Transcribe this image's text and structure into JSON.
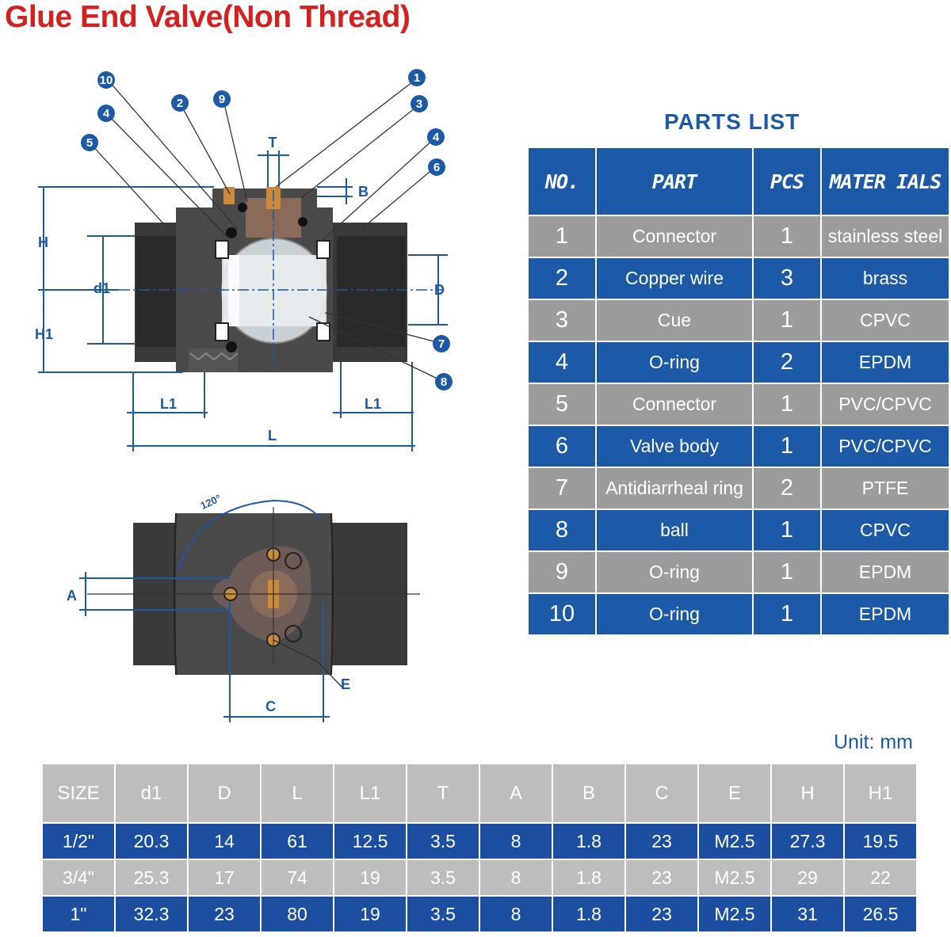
{
  "title": "Glue End Valve(Non Thread)",
  "parts_list": {
    "title": "PARTS  LIST",
    "headers": [
      "NO.",
      "PART",
      "PCS",
      "MATER IALS"
    ],
    "rows": [
      {
        "no": "1",
        "part": "Connector",
        "pcs": "1",
        "material": "stainless steel"
      },
      {
        "no": "2",
        "part": "Copper wire",
        "pcs": "3",
        "material": "brass"
      },
      {
        "no": "3",
        "part": "Cue",
        "pcs": "1",
        "material": "CPVC"
      },
      {
        "no": "4",
        "part": "O-ring",
        "pcs": "2",
        "material": "EPDM"
      },
      {
        "no": "5",
        "part": "Connector",
        "pcs": "1",
        "material": "PVC/CPVC"
      },
      {
        "no": "6",
        "part": "Valve body",
        "pcs": "1",
        "material": "PVC/CPVC"
      },
      {
        "no": "7",
        "part": "Antidiarrheal ring",
        "pcs": "2",
        "material": "PTFE"
      },
      {
        "no": "8",
        "part": "ball",
        "pcs": "1",
        "material": "CPVC"
      },
      {
        "no": "9",
        "part": "O-ring",
        "pcs": "1",
        "material": "EPDM"
      },
      {
        "no": "10",
        "part": "O-ring",
        "pcs": "1",
        "material": "EPDM"
      }
    ]
  },
  "unit_label": "Unit: mm",
  "dimensions": {
    "headers": [
      "SIZE",
      "d1",
      "D",
      "L",
      "L1",
      "T",
      "A",
      "B",
      "C",
      "E",
      "H",
      "H1"
    ],
    "rows": [
      [
        "1/2\"",
        "20.3",
        "14",
        "61",
        "12.5",
        "3.5",
        "8",
        "1.8",
        "23",
        "M2.5",
        "27.3",
        "19.5"
      ],
      [
        "3/4\"",
        "25.3",
        "17",
        "74",
        "19",
        "3.5",
        "8",
        "1.8",
        "23",
        "M2.5",
        "29",
        "22"
      ],
      [
        "1\"",
        "32.3",
        "23",
        "80",
        "19",
        "3.5",
        "8",
        "1.8",
        "23",
        "M2.5",
        "31",
        "26.5"
      ]
    ]
  },
  "diagram": {
    "callouts": [
      "10",
      "4",
      "5",
      "2",
      "9",
      "1",
      "3",
      "4",
      "6",
      "7",
      "8"
    ],
    "dim_labels": {
      "T": "T",
      "B": "B",
      "H": "H",
      "H1": "H1",
      "d1": "d1",
      "D": "D",
      "L1_left": "L1",
      "L1_right": "L1",
      "L": "L",
      "A": "A",
      "C": "C",
      "E": "E",
      "angle": "120°"
    },
    "colors": {
      "accent": "#1c5aa8",
      "title": "#d4201f",
      "body": "#3a3a3a",
      "brass": "#c98a3c"
    }
  }
}
